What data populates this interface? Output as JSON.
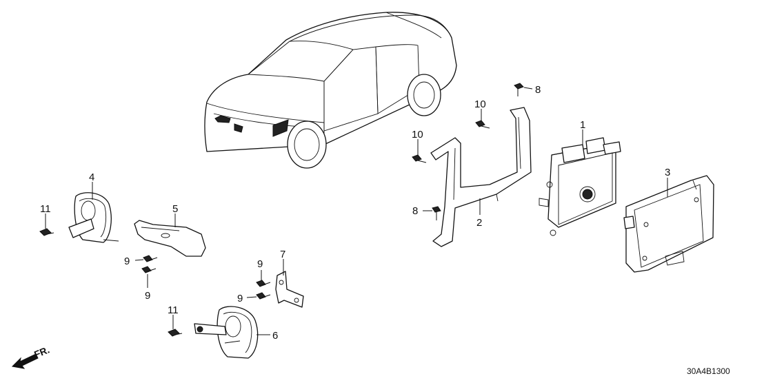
{
  "callouts": {
    "c1": "1",
    "c2": "2",
    "c3": "3",
    "c4": "4",
    "c5": "5",
    "c6": "6",
    "c7": "7",
    "c8a": "8",
    "c8b": "8",
    "c9a": "9",
    "c9b": "9",
    "c9c": "9",
    "c9d": "9",
    "c10a": "10",
    "c10b": "10",
    "c11a": "11",
    "c11b": "11"
  },
  "front_arrow_label": "FR.",
  "diagram_code": "30A4B1300"
}
